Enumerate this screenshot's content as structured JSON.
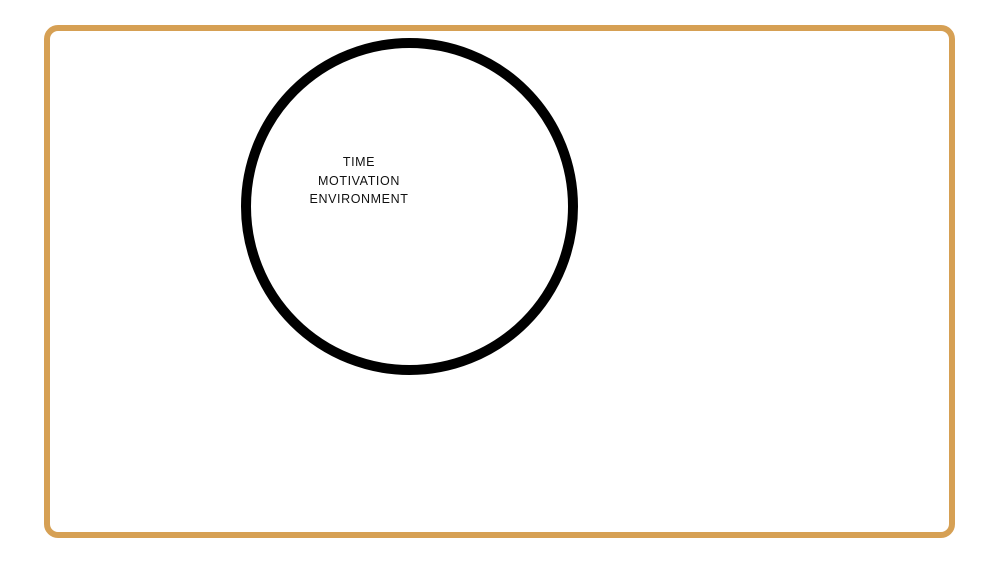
{
  "colors": {
    "frame_border": "#d6a054",
    "circle_border": "#000000",
    "background": "#ffffff",
    "text": "#111111"
  },
  "circle": {
    "labels": [
      "TIME",
      "MOTIVATION",
      "ENVIRONMENT"
    ]
  }
}
